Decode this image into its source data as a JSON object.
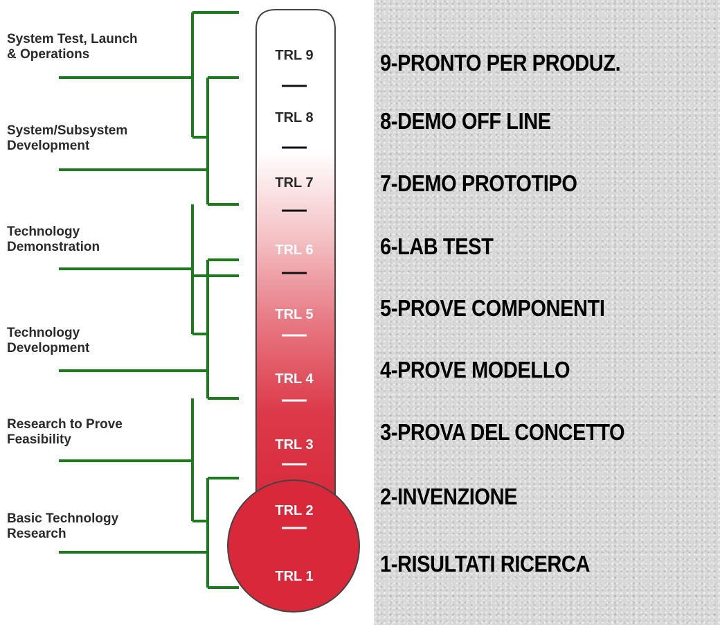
{
  "stages": [
    {
      "label": "System Test, Launch\n& Operations"
    },
    {
      "label": "System/Subsystem\nDevelopment"
    },
    {
      "label": "Technology\nDemonstration"
    },
    {
      "label": "Technology\nDevelopment"
    },
    {
      "label": "Research to Prove\nFeasibility"
    },
    {
      "label": "Basic Technology\nResearch"
    }
  ],
  "trl_levels": [
    "TRL 9",
    "TRL 8",
    "TRL 7",
    "TRL 6",
    "TRL 5",
    "TRL 4",
    "TRL 3",
    "TRL 2",
    "TRL 1"
  ],
  "phases": [
    "9-PRONTO PER PRODUZ.",
    "8-DEMO OFF LINE",
    "7-DEMO PROTOTIPO",
    "6-LAB TEST",
    "5-PROVE COMPONENTI",
    "4-PROVE MODELLO",
    "3-PROVA DEL CONCETTO",
    "2-INVENZIONE",
    "1-RISULTATI RICERCA"
  ],
  "colors": {
    "tree_line": "#1e7a1e",
    "thermometer_red": "#d8283a",
    "thermometer_top": "#ffffff",
    "dark_label": "#2a2a2a",
    "light_label": "#ffffff"
  }
}
